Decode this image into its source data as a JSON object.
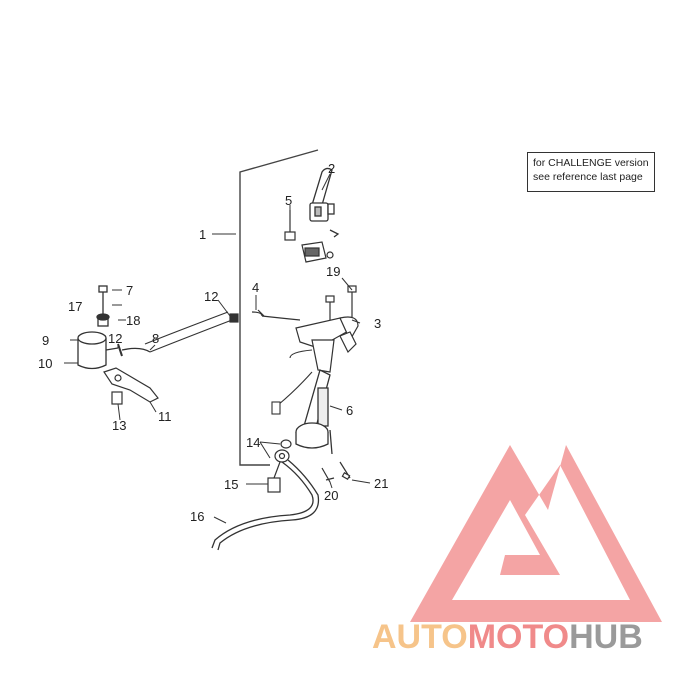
{
  "note": {
    "line1": "for CHALLENGE version",
    "line2": "see reference last page"
  },
  "callouts": [
    "1",
    "2",
    "3",
    "4",
    "5",
    "6",
    "7",
    "8",
    "9",
    "10",
    "11",
    "12",
    "12",
    "13",
    "14",
    "15",
    "16",
    "17",
    "18",
    "19",
    "20",
    "21"
  ],
  "watermark": {
    "part1": "AUTO",
    "part2": "MOTO",
    "part3": "HUB",
    "colors": {
      "auto": "#f6c48a",
      "moto": "#f08a8a",
      "hub": "#9a9a9a",
      "logo": "#f39a9a"
    }
  },
  "colors": {
    "line": "#444444",
    "text": "#222222"
  }
}
